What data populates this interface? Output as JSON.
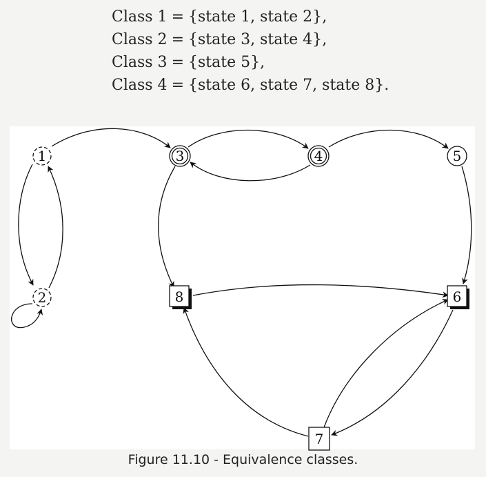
{
  "equations": [
    {
      "lhs": "Class 1",
      "sym": "=",
      "rhs": "{state 1, state 2}",
      "tail": ","
    },
    {
      "lhs": "Class 2",
      "sym": "=",
      "rhs": "{state 3, state 4}",
      "tail": ","
    },
    {
      "lhs": "Class 3",
      "sym": "=",
      "rhs": "{state 5}",
      "tail": ","
    },
    {
      "lhs": "Class 4",
      "sym": "=",
      "rhs": "{state 6, state 7, state 8}",
      "tail": "."
    }
  ],
  "nodes": [
    {
      "id": "1",
      "label": "1",
      "style": "dashed-circle"
    },
    {
      "id": "2",
      "label": "2",
      "style": "dashed-circle"
    },
    {
      "id": "3",
      "label": "3",
      "style": "double-circle"
    },
    {
      "id": "4",
      "label": "4",
      "style": "double-circle"
    },
    {
      "id": "5",
      "label": "5",
      "style": "circle"
    },
    {
      "id": "6",
      "label": "6",
      "style": "shadow-square"
    },
    {
      "id": "7",
      "label": "7",
      "style": "square"
    },
    {
      "id": "8",
      "label": "8",
      "style": "shadow-square"
    }
  ],
  "edges": [
    {
      "from": "1",
      "to": "3"
    },
    {
      "from": "1",
      "to": "2"
    },
    {
      "from": "2",
      "to": "1"
    },
    {
      "from": "2",
      "to": "2"
    },
    {
      "from": "3",
      "to": "4"
    },
    {
      "from": "4",
      "to": "3"
    },
    {
      "from": "4",
      "to": "5"
    },
    {
      "from": "3",
      "to": "8"
    },
    {
      "from": "5",
      "to": "6"
    },
    {
      "from": "8",
      "to": "6"
    },
    {
      "from": "6",
      "to": "7"
    },
    {
      "from": "7",
      "to": "6"
    },
    {
      "from": "7",
      "to": "8"
    }
  ],
  "caption": "Figure 11.10 - Equivalence classes."
}
